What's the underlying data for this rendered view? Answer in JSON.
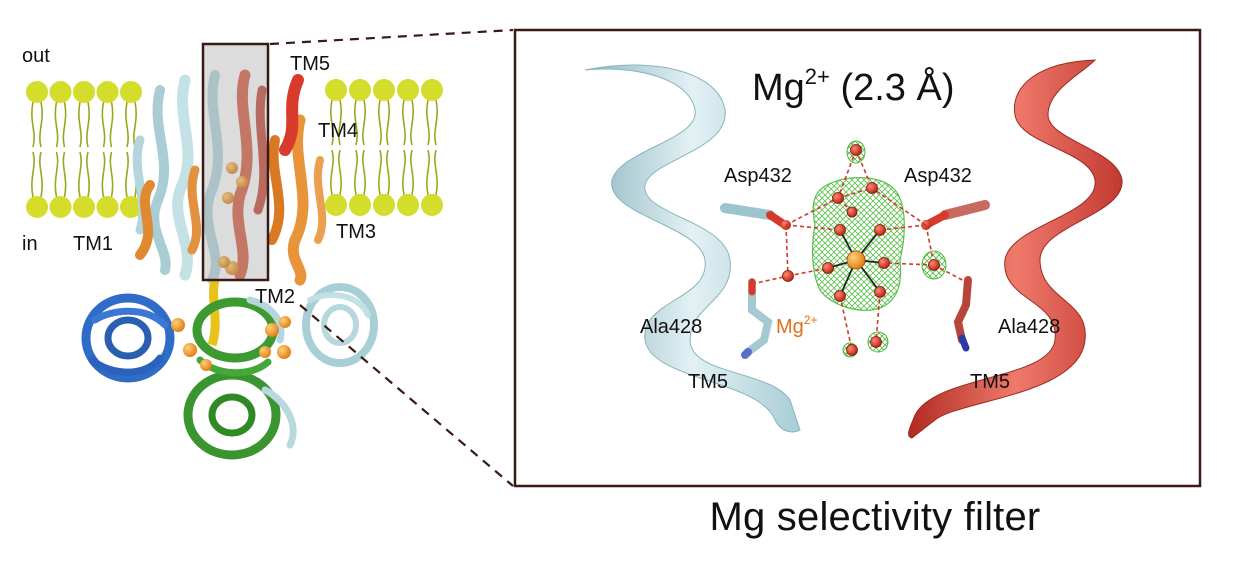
{
  "labels": {
    "out": "out",
    "in": "in",
    "tm1": "TM1",
    "tm2": "TM2",
    "tm3": "TM3",
    "tm4": "TM4",
    "tm5_left": "TM5",
    "asp_left": "Asp432",
    "asp_right": "Asp432",
    "ala_left": "Ala428",
    "ala_right": "Ala428",
    "tm5_detail_left": "TM5",
    "tm5_detail_right": "TM5",
    "ion_label_main": "Mg",
    "ion_label_sup": "2+"
  },
  "inset": {
    "title_main": "Mg",
    "title_sup": "2+",
    "title_rest": " (2.3 Å)"
  },
  "caption": "Mg selectivity filter",
  "colors": {
    "lipid_head": "#d4dc2c",
    "lipid_tail": "#9aa81e",
    "helix_lightblue": "#bcdde3",
    "helix_red": "#d9453a",
    "helix_orange": "#e08a30",
    "domain_blue": "#2f6cc8",
    "domain_green": "#3c9a30",
    "ion_orange": "#f08c1a",
    "water_red": "#d63020",
    "density_mesh": "#5cc44a",
    "ion_label": "#e0701a",
    "box_border": "#3a1a14"
  }
}
